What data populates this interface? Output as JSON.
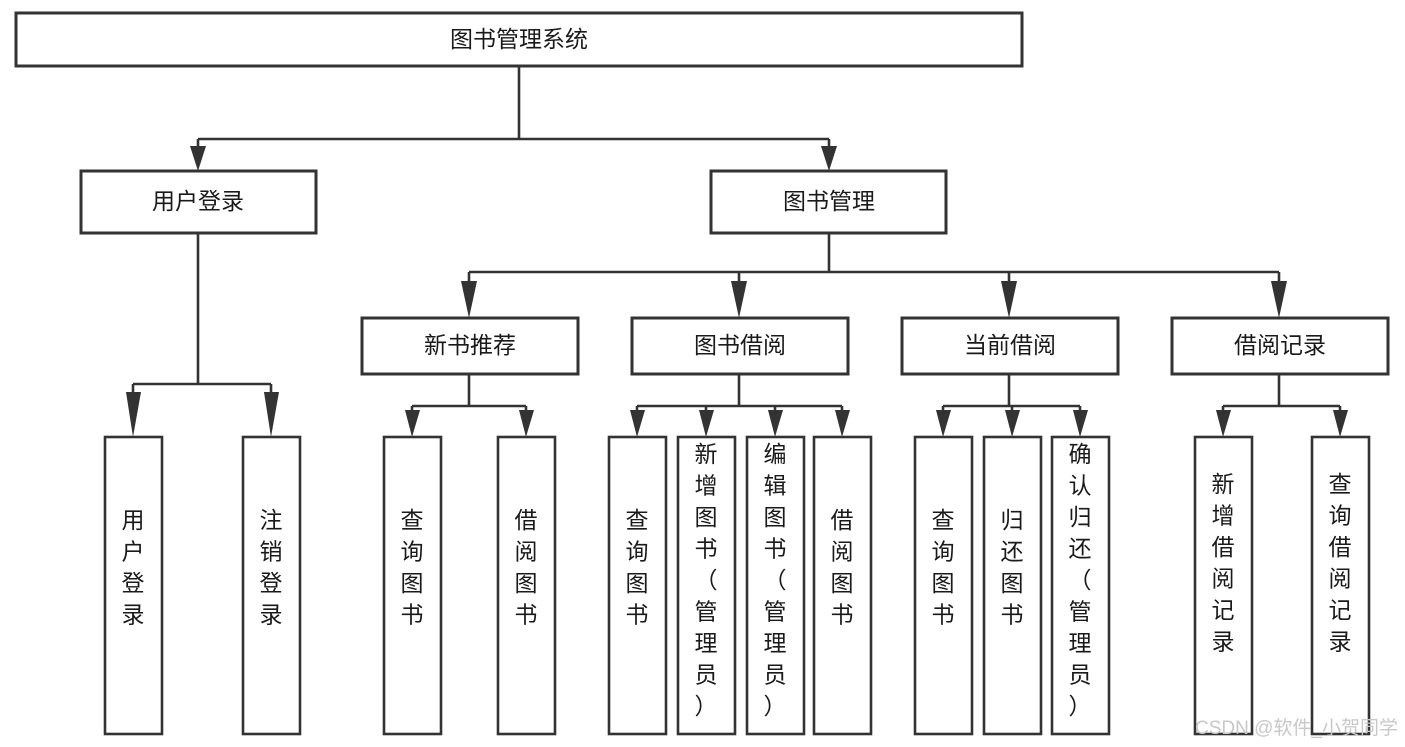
{
  "diagram": {
    "title": "图书管理系统",
    "type": "tree",
    "orientation": "top-down",
    "colors": {
      "box_stroke": "#333333",
      "box_fill": "#ffffff",
      "text": "#1a1a1a",
      "background": "#ffffff",
      "watermark": "#c8c8c8"
    },
    "root": {
      "label": "图书管理系统"
    },
    "level2": [
      {
        "label": "用户登录"
      },
      {
        "label": "图书管理"
      }
    ],
    "level3": [
      {
        "label": "新书推荐"
      },
      {
        "label": "图书借阅"
      },
      {
        "label": "当前借阅"
      },
      {
        "label": "借阅记录"
      }
    ],
    "leaves": {
      "user_login": [
        {
          "label": "用户登录"
        },
        {
          "label": "注销登录"
        }
      ],
      "new_book_recommend": [
        {
          "label": "查询图书"
        },
        {
          "label": "借阅图书"
        }
      ],
      "book_borrow": [
        {
          "label": "查询图书"
        },
        {
          "label": "新增图书（管理员）"
        },
        {
          "label": "编辑图书（管理员）"
        },
        {
          "label": "借阅图书"
        }
      ],
      "current_borrow": [
        {
          "label": "查询图书"
        },
        {
          "label": "归还图书"
        },
        {
          "label": "确认归还（管理员）"
        }
      ],
      "borrow_record": [
        {
          "label": "新增借阅记录"
        },
        {
          "label": "查询借阅记录"
        }
      ]
    },
    "watermark": "CSDN @软件_小贺同学"
  }
}
